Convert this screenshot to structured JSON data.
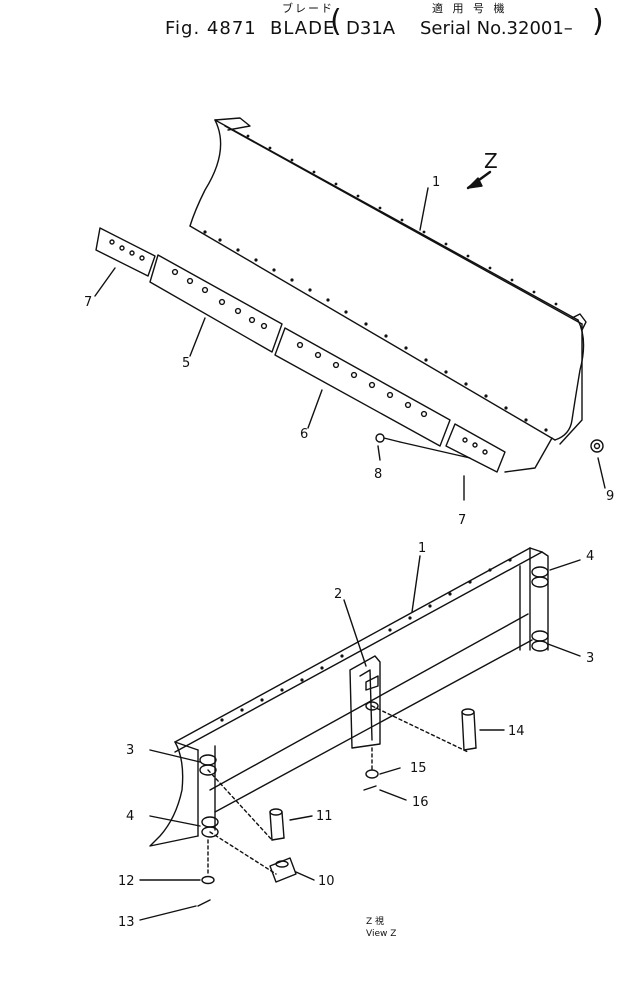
{
  "header": {
    "fig_label": "Fig. 4871",
    "blade_label": "BLADE",
    "blade_kana": "ブレード",
    "model": "D31A",
    "applicable_jp": "適 用 号 機",
    "serial_label": "Serial No.32001–",
    "paren_open": "(",
    "paren_close": ")"
  },
  "callouts": {
    "c1_top": "1",
    "c7_left": "7",
    "c5": "5",
    "c6": "6",
    "c8": "8",
    "c7_bottom": "7",
    "c9": "9",
    "c1_lower": "1",
    "c2": "2",
    "c4_right": "4",
    "c3_right": "3",
    "c3_left": "3",
    "c14": "14",
    "c15": "15",
    "c16": "16",
    "c4_left": "4",
    "c11": "11",
    "c10": "10",
    "c12": "12",
    "c13": "13"
  },
  "view": {
    "z_arrow_label": "Z",
    "view_jp": "Z 視",
    "view_en": "View Z"
  }
}
